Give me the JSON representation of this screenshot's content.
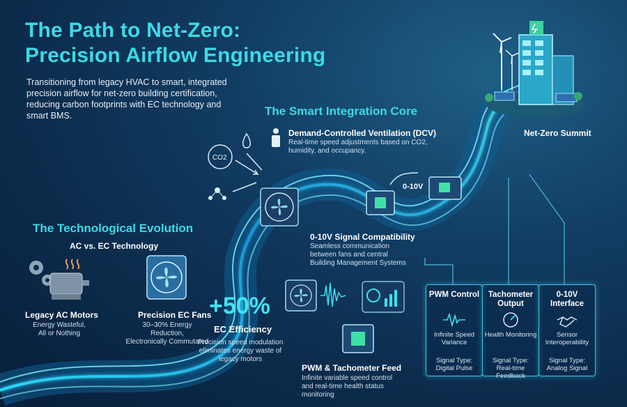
{
  "header": {
    "title_line1": "The Path to Net-Zero:",
    "title_line2": "Precision Airflow Engineering",
    "intro": "Transitioning from legacy HVAC to smart, integrated precision airflow for net-zero building certification, reducing carbon footprints with EC technology and smart BMS."
  },
  "summit": {
    "label": "Net-Zero Summit"
  },
  "integration": {
    "title": "The Smart Integration Core",
    "dcv_title": "Demand-Controlled Ventilation (DCV)",
    "dcv_desc": "Real-time speed adjustments based on CO2, humidity, and occupancy.",
    "co2_label": "CO2",
    "signal_label": "0-10V",
    "compat_title": "0-10V Signal Compatibility",
    "compat_desc": "Seamless communication between fans and central Building Management Systems"
  },
  "evolution": {
    "title": "The Technological Evolution",
    "subtitle": "AC vs. EC Technology",
    "ac_title": "Legacy AC Motors",
    "ac_desc_1": "Energy Wasteful,",
    "ac_desc_2": "All or Nothing",
    "ec_title": "Precision EC Fans",
    "ec_desc_1": "30–30% Energy Reduction,",
    "ec_desc_2": "Electronically Commutated",
    "efficiency_value": "+50%",
    "efficiency_label": "EC Efficiency",
    "efficiency_desc": "Precision speed modulation eliminates energy waste of legacy motors"
  },
  "pwm_feed": {
    "title": "PWM & Tachometer Feed",
    "desc": "Infinite variable speed control and real-time health status monitoring"
  },
  "cards": [
    {
      "title": "PWM Control",
      "desc": "Infinite Speed Variance",
      "signal": "Signal Type: Digital Pulse",
      "icon": "pulse-wave-icon"
    },
    {
      "title": "Tachometer Output",
      "desc": "Health Monitoring",
      "signal": "Signal Type: Real-time Feedback",
      "icon": "gauge-icon"
    },
    {
      "title": "0-10V Interface",
      "desc": "Sensor Interoperability",
      "signal": "Signal Type: Analog Signal",
      "icon": "handshake-icon"
    }
  ],
  "colors": {
    "accent": "#3dd9e6",
    "background": "#0b2a4a",
    "card_border": "#3cc6e0"
  }
}
